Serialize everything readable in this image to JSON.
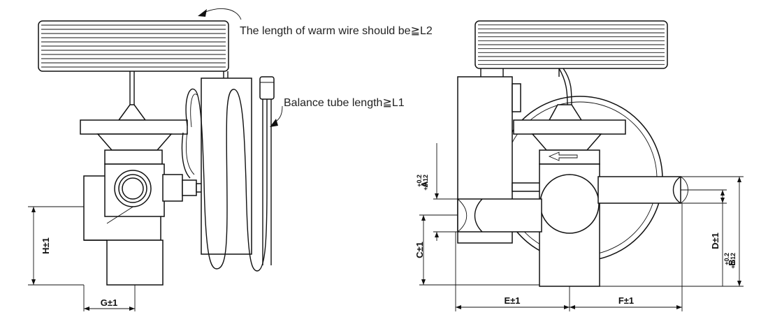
{
  "annotations": {
    "warm_wire": "The length of warm wire should be≧L2",
    "balance_tube": "Balance tube length≧L1"
  },
  "dimensions": {
    "H": "H±1",
    "G": "G±1",
    "A": "A",
    "A_tol": "+0.12",
    "A_tol_upper": "+0.2",
    "C": "C±1",
    "D": "D±1",
    "B": "B",
    "B_tol": "+0.12",
    "B_tol_upper": "+0.2",
    "E": "E±1",
    "F": "F±1"
  }
}
